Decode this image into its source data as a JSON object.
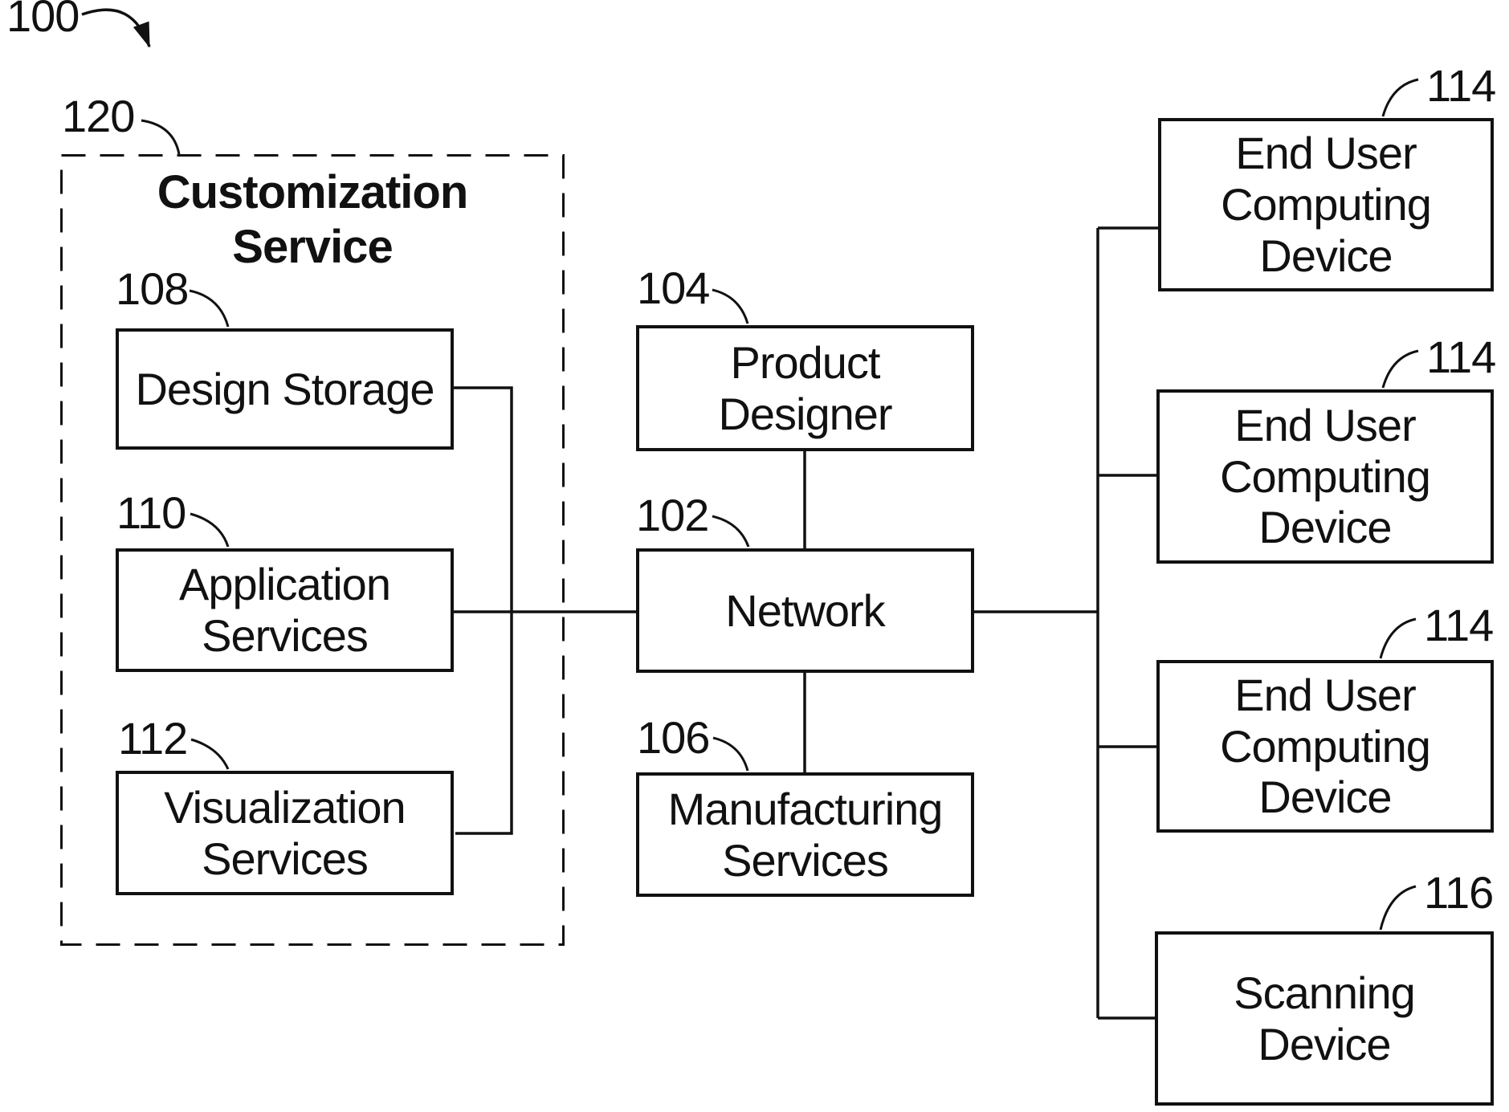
{
  "figure": {
    "type": "patent-system-block-diagram",
    "colors": {
      "line": "#111111",
      "background": "#ffffff",
      "text": "#111111"
    },
    "system_reference": "100",
    "container": {
      "reference": "120",
      "title": "Customization\nService"
    },
    "boxes": {
      "design_storage": {
        "reference": "108",
        "label": "Design Storage"
      },
      "application_services": {
        "reference": "110",
        "label": "Application\nServices"
      },
      "visualization_services": {
        "reference": "112",
        "label": "Visualization\nServices"
      },
      "product_designer": {
        "reference": "104",
        "label": "Product\nDesigner"
      },
      "network": {
        "reference": "102",
        "label": "Network"
      },
      "manufacturing_services": {
        "reference": "106",
        "label": "Manufacturing\nServices"
      },
      "end_user_computing_device_1": {
        "reference": "114",
        "label": "End User\nComputing\nDevice"
      },
      "end_user_computing_device_2": {
        "reference": "114",
        "label": "End User\nComputing\nDevice"
      },
      "end_user_computing_device_3": {
        "reference": "114",
        "label": "End User\nComputing\nDevice"
      },
      "scanning_device": {
        "reference": "116",
        "label": "Scanning\nDevice"
      }
    },
    "connections": [
      "design_storage - visualization_services (right-side elbow loop)",
      "application_services - network",
      "product_designer - network",
      "network - manufacturing_services",
      "network - trunk - end_user_computing_device_1",
      "network - trunk - end_user_computing_device_2",
      "network - trunk - end_user_computing_device_3",
      "network - trunk - scanning_device"
    ]
  }
}
